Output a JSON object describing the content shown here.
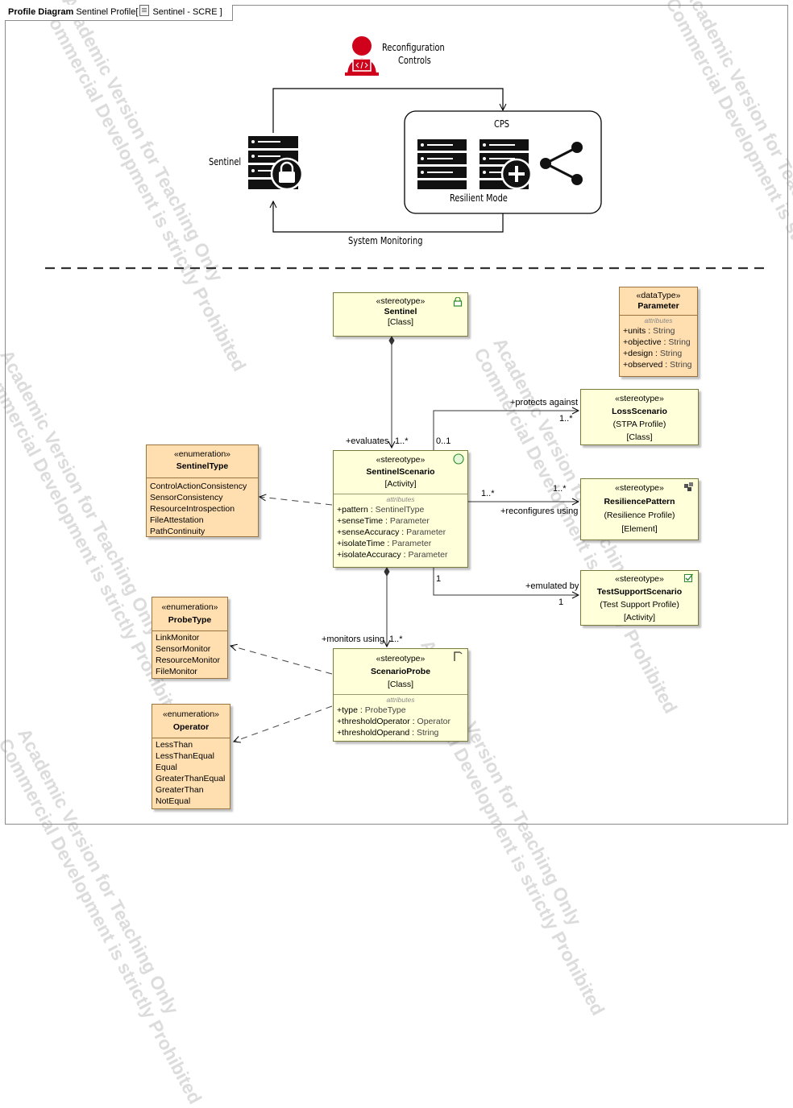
{
  "frame": {
    "kind": "Profile Diagram",
    "name": "Sentinel Profile",
    "bracket_open": "[",
    "package": "Sentinel - SCRE",
    "bracket_close": "]"
  },
  "watermark": {
    "line1": "Academic Version for Teaching Only",
    "line2": "Commercial Development is strictly Prohibited"
  },
  "overview": {
    "actor_line1": "Reconfiguration",
    "actor_line2": "Controls",
    "sentinel_label": "Sentinel",
    "cps_label": "CPS",
    "resilient_label": "Resilient Mode",
    "monitoring_label": "System Monitoring"
  },
  "colors": {
    "actor": "#d0021b",
    "stereotype_fill": "#ffffd9",
    "enum_fill": "#ffdfb0",
    "ink": "#000000"
  },
  "classes": {
    "sentinel": {
      "stereo": "«stereotype»",
      "name": "Sentinel",
      "meta": "[Class]",
      "icon": "lock-icon"
    },
    "parameter": {
      "stereo": "«dataType»",
      "name": "Parameter",
      "caption": "attributes",
      "attrs": [
        {
          "name": "+units",
          "sep": " : ",
          "type": "String"
        },
        {
          "name": "+objective",
          "sep": " : ",
          "type": "String"
        },
        {
          "name": "+design",
          "sep": " : ",
          "type": "String"
        },
        {
          "name": "+observed",
          "sep": " : ",
          "type": "String"
        }
      ]
    },
    "loss": {
      "stereo": "«stereotype»",
      "name": "LossScenario",
      "profile": "(STPA Profile)",
      "meta": "[Class]"
    },
    "scenario": {
      "stereo": "«stereotype»",
      "name": "SentinelScenario",
      "meta": "[Activity]",
      "caption": "attributes",
      "icon": "circle-icon",
      "attrs": [
        {
          "name": "+pattern",
          "sep": " : ",
          "type": "SentinelType"
        },
        {
          "name": "+senseTime",
          "sep": " : ",
          "type": "Parameter"
        },
        {
          "name": "+senseAccuracy",
          "sep": "  : ",
          "type": "Parameter"
        },
        {
          "name": "+isolateTime",
          "sep": " : ",
          "type": "Parameter"
        },
        {
          "name": "+isolateAccuracy",
          "sep": " : ",
          "type": "Parameter"
        }
      ]
    },
    "sentineltype": {
      "stereo": "«enumeration»",
      "name": "SentinelType",
      "literals": [
        "ControlActionConsistency",
        "SensorConsistency",
        "ResourceIntrospection",
        "FileAttestation",
        "PathContinuity"
      ]
    },
    "resilience": {
      "stereo": "«stereotype»",
      "name": "ResiliencePattern",
      "profile": "(Resilience Profile)",
      "meta": "[Element]",
      "icon": "puzzle-icon"
    },
    "testsupport": {
      "stereo": "«stereotype»",
      "name": "TestSupportScenario",
      "profile": "(Test Support Profile)",
      "meta": "[Activity]",
      "icon": "checkbox-icon"
    },
    "probetype": {
      "stereo": "«enumeration»",
      "name": "ProbeType",
      "literals": [
        "LinkMonitor",
        "SensorMonitor",
        "ResourceMonitor",
        "FileMonitor"
      ]
    },
    "probe": {
      "stereo": "«stereotype»",
      "name": "ScenarioProbe",
      "meta": "[Class]",
      "caption": "attributes",
      "icon": "flag-icon",
      "attrs": [
        {
          "name": "+type",
          "sep": " : ",
          "type": "ProbeType"
        },
        {
          "name": "+thresholdOperator",
          "sep": " : ",
          "type": "Operator"
        },
        {
          "name": "+thresholdOperand",
          "sep": " : ",
          "type": "String"
        }
      ]
    },
    "operator": {
      "stereo": "«enumeration»",
      "name": "Operator",
      "literals": [
        "LessThan",
        "LessThanEqual",
        "Equal",
        "GreaterThanEqual",
        "GreaterThan",
        "NotEqual"
      ]
    }
  },
  "edges": {
    "evaluates": {
      "role": "+evaluates",
      "mult": "1..*"
    },
    "protects": {
      "role": "+protects against",
      "src_mult": "0..1",
      "tgt_mult": "1..*"
    },
    "reconfigures": {
      "role": "+reconfigures using",
      "src_mult": "1..*",
      "tgt_mult": "1..*"
    },
    "emulated": {
      "role": "+emulated by",
      "src_mult": "1",
      "tgt_mult": "1"
    },
    "monitors": {
      "role": "+monitors using",
      "mult": "1..*"
    }
  }
}
